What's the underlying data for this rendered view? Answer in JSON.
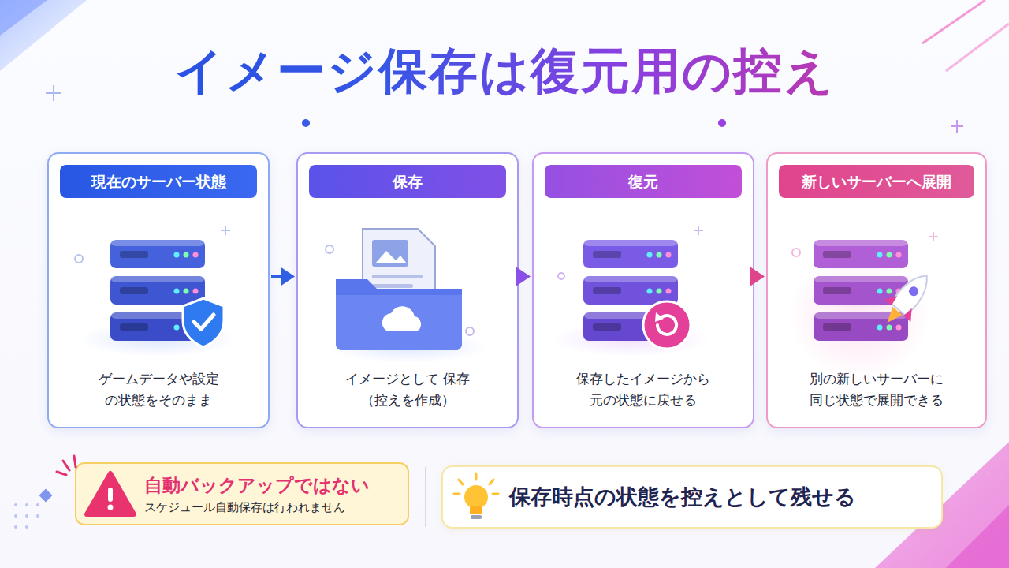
{
  "diagram": {
    "title": "イメージ保存は復元用の控え",
    "nodes": [
      {
        "text": [
          "現在のサーバー状態",
          "ゲームデータや設定 の状態をそのまま"
        ]
      },
      {
        "text": [
          "保存",
          "イメージとして 保存（控えを作成）"
        ]
      },
      {
        "text": [
          "復元",
          "保存したイメージから 元の状態に戻せる"
        ]
      },
      {
        "text": [
          "新しいサーバーへ展開",
          "別の新しいサーバーに 同じ状態で展開できる"
        ]
      },
      {
        "text": [
          "自動バックアップではない",
          "スケジュール自動保存は行われません"
        ]
      },
      {
        "text": [
          "保存時点の状態を控えとして残せる"
        ]
      }
    ],
    "edges": [
      {
        "from": 0,
        "to": 1,
        "arrow": "to"
      },
      {
        "from": 1,
        "to": 2,
        "arrow": "to"
      },
      {
        "from": 2,
        "to": 3,
        "arrow": "to"
      }
    ]
  }
}
